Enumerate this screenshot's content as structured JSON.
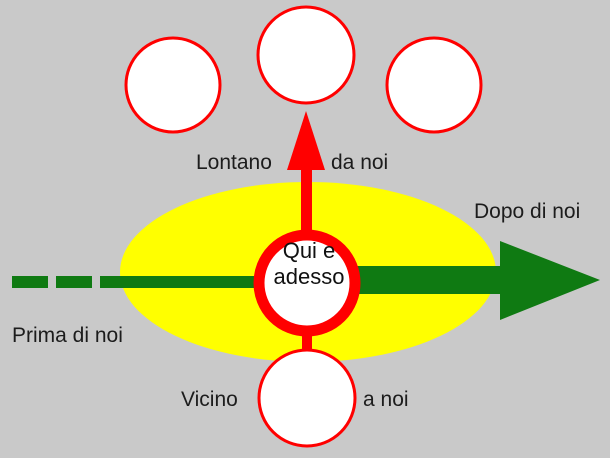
{
  "labels": {
    "far_left": "Lontano",
    "far_right": "da noi",
    "after": "Dopo di noi",
    "before": "Prima di noi",
    "near_left": "Vicino",
    "near_right": "a noi",
    "center_line1": "Qui e",
    "center_line2": "adesso"
  },
  "colors": {
    "background": "#c9c9c9",
    "ellipse": "#ffff00",
    "red": "#ff0000",
    "green": "#0f7a12",
    "circle_fill": "#ffffff"
  },
  "icons": {
    "vertical_arrow": "arrow-up-icon",
    "horizontal_arrow": "arrow-right-icon"
  }
}
